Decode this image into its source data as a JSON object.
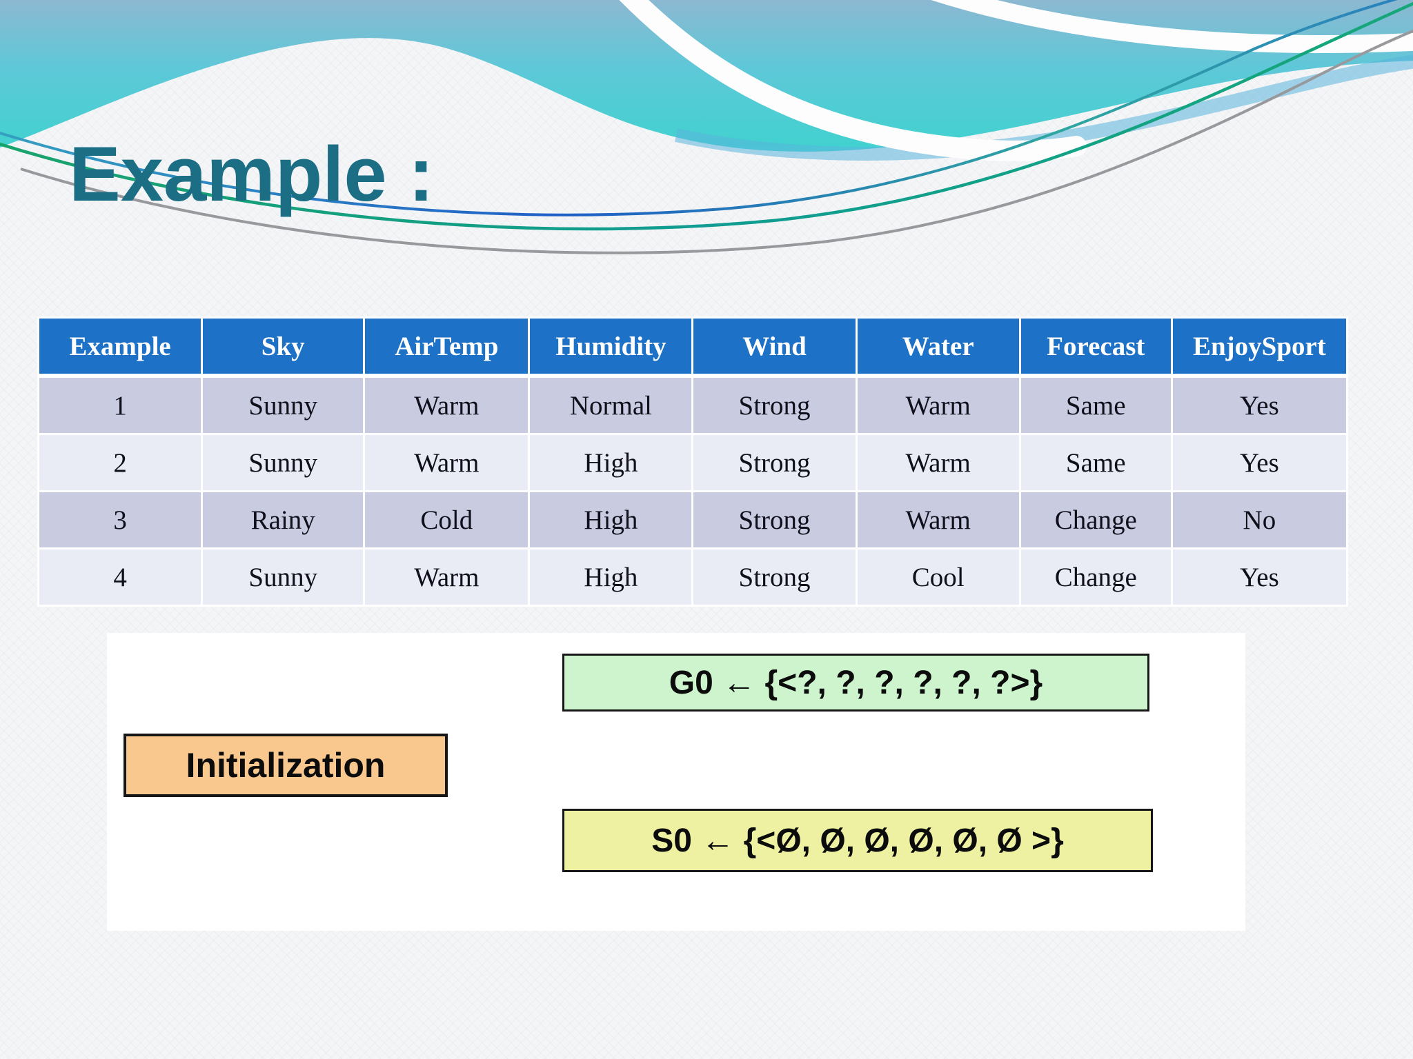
{
  "slide": {
    "title": "Example :"
  },
  "table": {
    "headers": [
      "Example",
      "Sky",
      "AirTemp",
      "Humidity",
      "Wind",
      "Water",
      "Forecast",
      "EnjoySport"
    ],
    "rows": [
      [
        "1",
        "Sunny",
        "Warm",
        "Normal",
        "Strong",
        "Warm",
        "Same",
        "Yes"
      ],
      [
        "2",
        "Sunny",
        "Warm",
        "High",
        "Strong",
        "Warm",
        "Same",
        "Yes"
      ],
      [
        "3",
        "Rainy",
        "Cold",
        "High",
        "Strong",
        "Warm",
        "Change",
        "No"
      ],
      [
        "4",
        "Sunny",
        "Warm",
        "High",
        "Strong",
        "Cool",
        "Change",
        "Yes"
      ]
    ]
  },
  "diagram": {
    "g0": "G0 ← {<?, ?, ?, ?, ?, ?>}",
    "initialization": "Initialization",
    "s0": "S0 ← {<Ø, Ø, Ø, Ø, Ø, Ø >}"
  },
  "colors": {
    "title_text": "#1b6e84",
    "table_header_bg": "#1d71c6",
    "table_row_odd_bg": "#c9cce0",
    "table_row_even_bg": "#e9ebf5",
    "g0_box_bg": "#cdf4cd",
    "initialization_box_bg": "#f9c88f",
    "s0_box_bg": "#edf1a1",
    "wave_teal_top": "#8cb8d1",
    "wave_teal_bottom": "#40d2cf"
  }
}
